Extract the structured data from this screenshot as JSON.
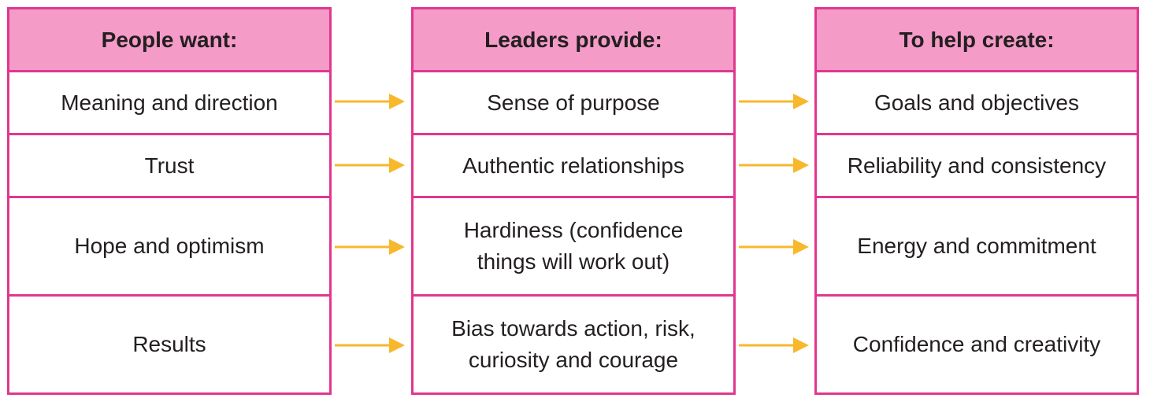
{
  "columns": [
    {
      "header": "People want:",
      "rows": [
        "Meaning and direction",
        "Trust",
        "Hope and optimism",
        "Results"
      ]
    },
    {
      "header": "Leaders provide:",
      "rows": [
        "Sense of purpose",
        "Authentic relationships",
        "Hardiness (confidence things will work out)",
        "Bias towards action, risk, curiosity and courage"
      ]
    },
    {
      "header": "To help create:",
      "rows": [
        "Goals and objectives",
        "Reliability and consistency",
        "Energy and commitment",
        "Confidence and creativity"
      ]
    }
  ],
  "colors": {
    "border": "#e0378f",
    "header_fill": "#f49bc8",
    "arrow": "#f7b82c",
    "text": "#231f20"
  },
  "icons": [
    "arrow-right-icon"
  ]
}
